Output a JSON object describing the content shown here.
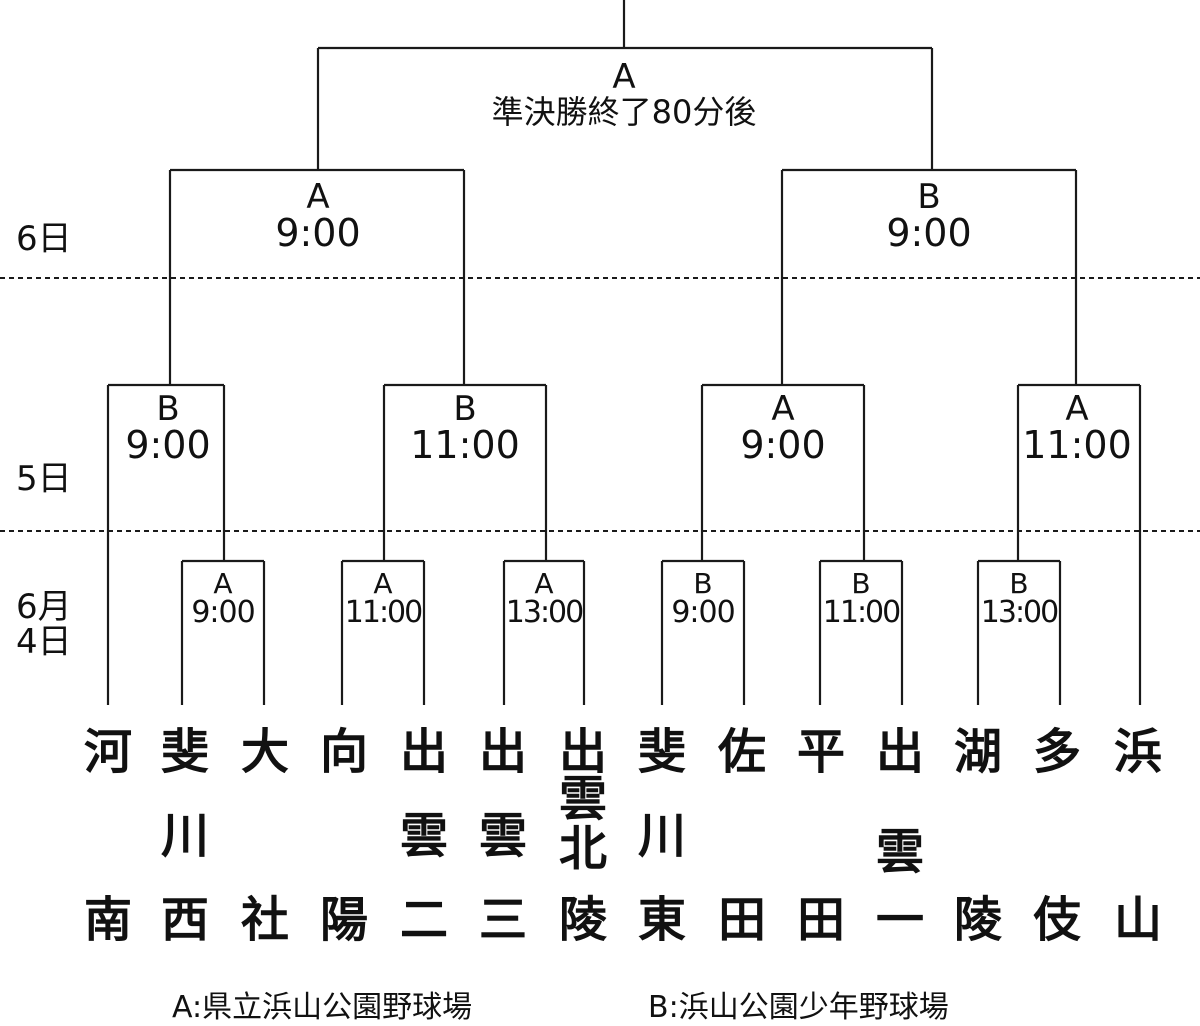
{
  "day_labels": {
    "day6": "6日",
    "day5": "5日",
    "day4_line1": "6月",
    "day4_line2": "4日"
  },
  "final": {
    "venue": "A",
    "time": "準決勝終了80分後"
  },
  "semifinals": [
    {
      "venue": "A",
      "time": "9:00"
    },
    {
      "venue": "B",
      "time": "9:00"
    }
  ],
  "quarterfinals": [
    {
      "venue": "B",
      "time": "9:00"
    },
    {
      "venue": "B",
      "time": "11:00"
    },
    {
      "venue": "A",
      "time": "9:00"
    },
    {
      "venue": "A",
      "time": "11:00"
    }
  ],
  "first_round": [
    {
      "venue": "A",
      "time": "9:00"
    },
    {
      "venue": "A",
      "time": "11:00"
    },
    {
      "venue": "A",
      "time": "13:00"
    },
    {
      "venue": "B",
      "time": "9:00"
    },
    {
      "venue": "B",
      "time": "11:00"
    },
    {
      "venue": "B",
      "time": "13:00"
    }
  ],
  "teams": [
    {
      "top": "河",
      "mid": "",
      "bottom": "南"
    },
    {
      "top": "斐",
      "mid": "川",
      "bottom": "西"
    },
    {
      "top": "大",
      "mid": "",
      "bottom": "社"
    },
    {
      "top": "向",
      "mid": "",
      "bottom": "陽"
    },
    {
      "top": "出",
      "mid": "雲",
      "bottom": "二"
    },
    {
      "top": "出",
      "mid": "雲",
      "bottom": "三"
    },
    {
      "top": "出",
      "mid": "雲北",
      "bottom": "陵"
    },
    {
      "top": "斐",
      "mid": "川",
      "bottom": "東"
    },
    {
      "top": "佐",
      "mid": "",
      "bottom": "田"
    },
    {
      "top": "平",
      "mid": "",
      "bottom": "田"
    },
    {
      "top": "出",
      "mid": "雲",
      "bottom": "一"
    },
    {
      "top": "湖",
      "mid": "",
      "bottom": "陵"
    },
    {
      "top": "多",
      "mid": "",
      "bottom": "伎"
    },
    {
      "top": "浜",
      "mid": "",
      "bottom": "山"
    }
  ],
  "legend": {
    "a": "A:県立浜山公園野球場",
    "b": "B:浜山公園少年野球場"
  }
}
